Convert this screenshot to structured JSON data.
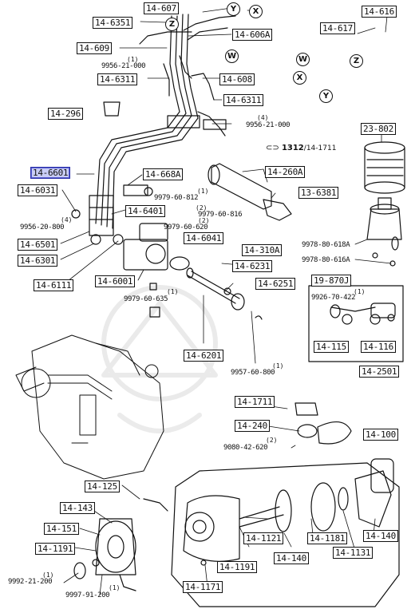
{
  "labels": {
    "l14_607": "14-607",
    "l14_616": "14-616",
    "l14_6351": "14-6351",
    "l14_606A": "14-606A",
    "l14_617": "14-617",
    "l14_609": "14-609",
    "l14_6311a": "14-6311",
    "l14_608": "14-608",
    "l14_6311b": "14-6311",
    "l14_296": "14-296",
    "l23_802": "23-802",
    "l14_6601": "14-6601",
    "l14_668A": "14-668A",
    "l14_260A": "14-260A",
    "l14_6031": "14-6031",
    "l13_6381": "13-6381",
    "l14_6401": "14-6401",
    "l14_6041": "14-6041",
    "l14_6501": "14-6501",
    "l14_310A": "14-310A",
    "l14_6301": "14-6301",
    "l14_6231": "14-6231",
    "l14_6001": "14-6001",
    "l14_6251": "14-6251",
    "l19_870J": "19-870J",
    "l14_6111": "14-6111",
    "l14_6201": "14-6201",
    "l14_115": "14-115",
    "l14_116": "14-116",
    "l14_2501": "14-2501",
    "l14_1711": "14-1711",
    "l14_240": "14-240",
    "l14_100": "14-100",
    "l14_125": "14-125",
    "l14_143": "14-143",
    "l14_151": "14-151",
    "l14_1121": "14-1121",
    "l14_1181": "14-1181",
    "l14_140a": "14-140",
    "l14_140b": "14-140",
    "l14_1131": "14-1131",
    "l14_1191a": "14-1191",
    "l14_1191b": "14-1191",
    "l14_1171": "14-1171"
  },
  "part_numbers": {
    "p9956_21_000a": "9956-21-000",
    "p9956_21_000b": "9956-21-000",
    "p9979_60_812": "9979-60-812",
    "p9979_60_816": "9979-60-816",
    "p9956_20_800": "9956-20-800",
    "p9979_60_620": "9979-60-620",
    "p9978_80_618A": "9978-80-618A",
    "p9978_80_616A": "9978-80-616A",
    "p9979_60_635": "9979-60-635",
    "p9926_70_422": "9926-70-422",
    "p9957_60_800": "9957-60-800",
    "p9080_42_620": "9080-42-620",
    "p9992_21_200": "9992-21-200",
    "p9997_91_200": "9997-91-200"
  },
  "quantities": {
    "q1": "(1)",
    "q2": "(4)",
    "q3": "(1)",
    "q4": "(2)",
    "q5": "(4)",
    "q6": "(2)",
    "q7": "(1)",
    "q8": "(1)",
    "q9": "(1)",
    "q10": "(2)",
    "q11": "(1)",
    "q12": "(1)"
  },
  "circle_markers": {
    "y1": "Y",
    "x1": "X",
    "z1": "Z",
    "w1": "W",
    "w2": "W",
    "z2": "Z",
    "x2": "X",
    "y2": "Y"
  },
  "cross_reference": {
    "number": "1312",
    "suffix": "/14-1711"
  },
  "colors": {
    "line": "#111111",
    "highlight_fill": "#c9cdf6",
    "highlight_border": "#2a2fa8",
    "watermark": "#e8e8e8"
  }
}
